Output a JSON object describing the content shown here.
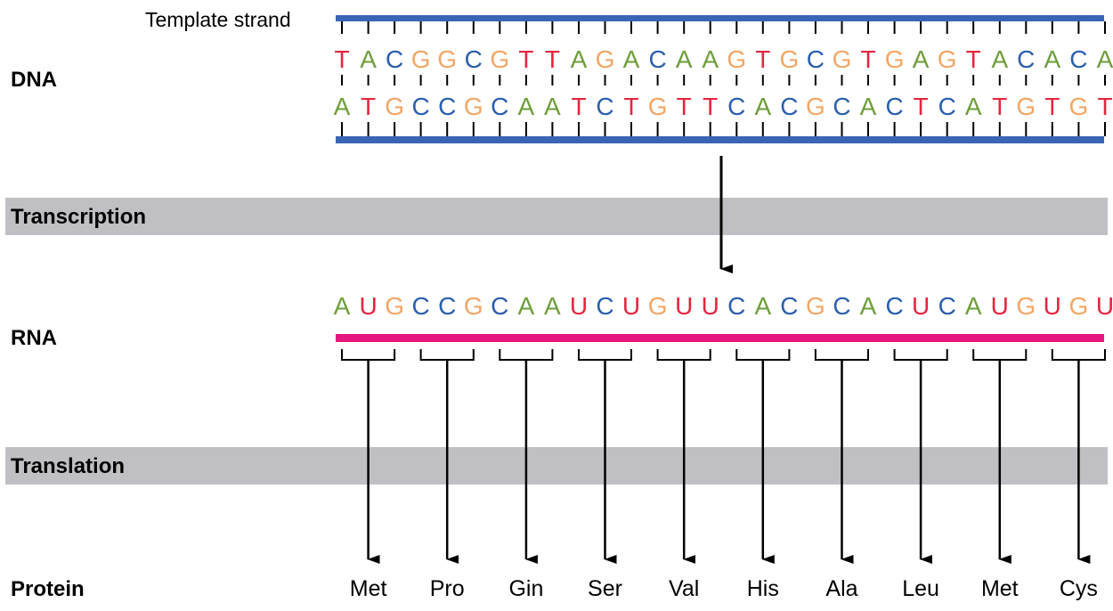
{
  "labels": {
    "template_strand": "Template strand",
    "dna": "DNA",
    "transcription": "Transcription",
    "rna": "RNA",
    "translation": "Translation",
    "protein": "Protein"
  },
  "sequences": {
    "template_strand": "TACGGCGTTAGACAAGTGCGTGAGTACACA",
    "coding_strand": "ATGCCGCAATCTGTTCACGCACTCATGTGT",
    "rna": "AUGCCGCAAUCUGUUCACGCACUCAUGUGU"
  },
  "amino_acids": [
    "Met",
    "Pro",
    "Gin",
    "Ser",
    "Val",
    "His",
    "Ala",
    "Leu",
    "Met",
    "Cys"
  ],
  "colors": {
    "base_A": "#6e9e3a",
    "base_T": "#e4263e",
    "base_U": "#e4263e",
    "base_C": "#2b5fad",
    "base_G": "#f2a766",
    "dna_backbone": "#3a65b5",
    "rna_backbone": "#e5177e",
    "band": "#c0c0c4",
    "arrow": "#000000",
    "text": "#000000"
  }
}
